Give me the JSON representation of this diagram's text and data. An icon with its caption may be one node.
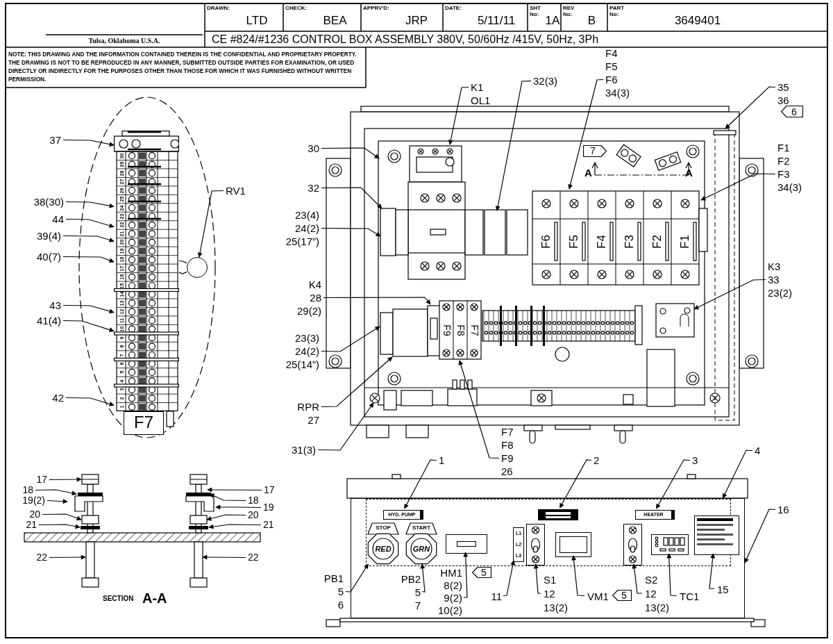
{
  "diagram": {
    "title": "CE #824/#1236 CONTROL BOX ASSEMBLY 380V, 50/60Hz /415V, 50Hz, 3Ph",
    "nodes": [
      {
        "text": [
          "37"
        ]
      },
      {
        "text": [
          "38(30)"
        ]
      },
      {
        "text": [
          "44"
        ]
      },
      {
        "text": [
          "39(4)"
        ]
      },
      {
        "text": [
          "40(7)"
        ]
      },
      {
        "text": [
          "RV1"
        ]
      },
      {
        "text": [
          "43"
        ]
      },
      {
        "text": [
          "41(4)"
        ]
      },
      {
        "text": [
          "42"
        ]
      },
      {
        "text": [
          "K1",
          "OL1"
        ]
      },
      {
        "text": [
          "32(3)"
        ]
      },
      {
        "text": [
          "F4",
          "F5",
          "F6",
          "34(3)"
        ]
      },
      {
        "text": [
          "35",
          "36"
        ]
      },
      {
        "text": [
          "30"
        ]
      },
      {
        "text": [
          "F1",
          "F2",
          "F3",
          "34(3)"
        ]
      },
      {
        "text": [
          "32"
        ]
      },
      {
        "text": [
          "23(4)",
          "24(2)",
          "25(17”)"
        ]
      },
      {
        "text": [
          "K3",
          "33",
          "23(2)"
        ]
      },
      {
        "text": [
          "K4",
          "28",
          "29(2)"
        ]
      },
      {
        "text": [
          "23(3)",
          "24(2)",
          "25(14”)"
        ]
      },
      {
        "text": [
          "RPR",
          "27"
        ]
      },
      {
        "text": [
          "31(3)"
        ]
      },
      {
        "text": [
          "F7",
          "F8",
          "F9",
          "26"
        ]
      },
      {
        "text": [
          "17"
        ]
      },
      {
        "text": [
          "18"
        ]
      },
      {
        "text": [
          "19(2)"
        ]
      },
      {
        "text": [
          "20"
        ]
      },
      {
        "text": [
          "21"
        ]
      },
      {
        "text": [
          "22"
        ]
      },
      {
        "text": [
          "17"
        ]
      },
      {
        "text": [
          "18"
        ]
      },
      {
        "text": [
          "19"
        ]
      },
      {
        "text": [
          "20"
        ]
      },
      {
        "text": [
          "21"
        ]
      },
      {
        "text": [
          "22"
        ]
      },
      {
        "text": [
          "1"
        ]
      },
      {
        "text": [
          "2"
        ]
      },
      {
        "text": [
          "3"
        ]
      },
      {
        "text": [
          "4"
        ]
      },
      {
        "text": [
          "16"
        ]
      },
      {
        "text": [
          "PB1",
          "5",
          "6"
        ]
      },
      {
        "text": [
          "PB2",
          "5",
          "7"
        ],
        "in": 65
      },
      {
        "text": [
          "HM1",
          "8(2)",
          "9(2)",
          "10(2)"
        ],
        "in": 65
      },
      {
        "text": [
          "11"
        ],
        "in": 65
      },
      {
        "text": [
          "S1",
          "12",
          "13(2)"
        ],
        "in": 65
      },
      {
        "text": [
          "VM1"
        ],
        "in": 65
      },
      {
        "text": [
          "S2",
          "12",
          "13(2)"
        ],
        "in": 65
      },
      {
        "text": [
          "TC1"
        ],
        "in": 65
      },
      {
        "text": [
          "15"
        ],
        "in": 65
      },
      {
        "text": [],
        "shape": "box",
        "in": 65
      },
      {
        "text": [
          "HYD. PUMP"
        ],
        "in": 49
      },
      {
        "text": [],
        "shape": "box",
        "in": 49
      },
      {
        "text": [
          "HEATER"
        ],
        "in": 49
      },
      {
        "text": [],
        "shape": "box",
        "in": 49
      },
      {
        "text": [
          "STOP",
          "RED"
        ],
        "in": 49
      },
      {
        "text": [
          "START",
          "GRN"
        ],
        "in": 49
      },
      {
        "text": [],
        "shape": "box",
        "in": 49
      },
      {
        "text": [
          "L1",
          "L2",
          "L3"
        ],
        "in": 49
      },
      {
        "text": [],
        "shape": "box",
        "in": 49
      },
      {
        "text": [],
        "shape": "box",
        "in": 49
      },
      {
        "text": [],
        "shape": "box",
        "in": 49
      },
      {
        "text": [],
        "shape": "box",
        "in": 49
      },
      {
        "text": [],
        "shape": "picture"
      },
      {
        "text": [],
        "shape": "circle"
      },
      {
        "text": [
          "F7"
        ]
      },
      {
        "text": [],
        "shape": "box"
      }
    ],
    "edges": [
      {
        "from": 0,
        "to": 62,
        "arrow": "to"
      },
      {
        "from": 1,
        "to": 62,
        "arrow": "to"
      },
      {
        "from": 2,
        "to": 62,
        "arrow": "to"
      },
      {
        "from": 3,
        "to": 62,
        "arrow": "to"
      },
      {
        "from": 4,
        "to": 62,
        "arrow": "to"
      },
      {
        "from": 5,
        "to": 63,
        "arrow": "to"
      },
      {
        "from": 6,
        "to": 62,
        "arrow": "to"
      },
      {
        "from": 7,
        "to": 62,
        "arrow": "to"
      },
      {
        "from": 8,
        "to": 62,
        "arrow": "to"
      },
      {
        "from": 9,
        "to": null,
        "arrow": "to"
      },
      {
        "from": 10,
        "to": null,
        "arrow": "to"
      },
      {
        "from": 11,
        "to": null,
        "arrow": "to"
      },
      {
        "from": 12,
        "to": null,
        "arrow": "to"
      },
      {
        "from": 13,
        "to": null,
        "arrow": "to"
      },
      {
        "from": 14,
        "to": null,
        "arrow": "to"
      },
      {
        "from": 15,
        "to": null,
        "arrow": "to"
      },
      {
        "from": 16,
        "to": null,
        "arrow": "to"
      },
      {
        "from": 17,
        "to": null,
        "arrow": "to"
      },
      {
        "from": 18,
        "to": null,
        "arrow": "to"
      },
      {
        "from": 19,
        "to": null,
        "arrow": "to"
      },
      {
        "from": 20,
        "to": null,
        "arrow": "to"
      },
      {
        "from": 21,
        "to": null,
        "arrow": "to"
      },
      {
        "from": 22,
        "to": null,
        "arrow": "to"
      },
      {
        "from": 23,
        "to": null,
        "arrow": "to"
      },
      {
        "from": 24,
        "to": null,
        "arrow": "to"
      },
      {
        "from": 25,
        "to": null,
        "arrow": "to"
      },
      {
        "from": 26,
        "to": null,
        "arrow": "to"
      },
      {
        "from": 27,
        "to": null,
        "arrow": "to"
      },
      {
        "from": 28,
        "to": null,
        "arrow": "to"
      },
      {
        "from": 29,
        "to": null,
        "arrow": "to"
      },
      {
        "from": 30,
        "to": null,
        "arrow": "to"
      },
      {
        "from": 31,
        "to": null,
        "arrow": "to"
      },
      {
        "from": 32,
        "to": null,
        "arrow": "to"
      },
      {
        "from": 33,
        "to": null,
        "arrow": "to"
      },
      {
        "from": 34,
        "to": null,
        "arrow": "to"
      },
      {
        "from": 35,
        "to": 50,
        "arrow": "to"
      },
      {
        "from": 36,
        "to": 51,
        "arrow": "to"
      },
      {
        "from": 37,
        "to": 52,
        "arrow": "to"
      },
      {
        "from": 38,
        "to": 49,
        "arrow": "to"
      },
      {
        "from": 39,
        "to": 65,
        "arrow": "to"
      },
      {
        "from": 40,
        "to": 54,
        "arrow": "to"
      },
      {
        "from": 41,
        "to": 55,
        "arrow": "to"
      },
      {
        "from": 42,
        "to": 56,
        "arrow": "to"
      },
      {
        "from": 43,
        "to": 57,
        "arrow": "to"
      },
      {
        "from": 44,
        "to": 58,
        "arrow": "to"
      },
      {
        "from": 45,
        "to": 59,
        "arrow": "to"
      },
      {
        "from": 46,
        "to": 60,
        "arrow": "to"
      },
      {
        "from": 47,
        "to": 61,
        "arrow": "to"
      },
      {
        "from": 48,
        "to": 53,
        "arrow": "to"
      },
      {
        "from": 62,
        "to": 63,
        "arrow": "none"
      },
      {
        "from": 62,
        "to": 63,
        "arrow": "none"
      }
    ],
    "labels": [
      "DRAWN:",
      "LTD",
      "CHECK:",
      "BEA",
      "APPRV'D:",
      "JRP",
      "DATE:",
      "5/11/11",
      "SHT No:",
      "1A",
      "REV No:",
      "B",
      "PART No:",
      "3649401",
      "Tulsa, Oklahoma U.S.A.",
      "NOTE: THIS DRAWING AND THE INFORMATION CONTAINED THEREIN IS THE CONFIDENTIAL AND PROPRIETARY PROPERTY. THE DRAWING IS NOT TO BE REPRODUCED IN ANY MANNER, SUBMITTED OUTSIDE PARTIES FOR EXAMINATION, OR USED DIRECTLY OR INDIRECTLY FOR THE PURPOSES OTHER THAN THOSE FOR WHICH IT WAS FURNISHED WITHOUT WRITTEN PERMISSION.",
      "30",
      "29",
      "28",
      "27",
      "26",
      "25",
      "24",
      "23",
      "22",
      "21",
      "20",
      "19",
      "18",
      "17",
      "16",
      "15",
      "14",
      "13",
      "12",
      "11",
      "10",
      "9",
      "8",
      "7",
      "6",
      "5",
      "4",
      "3",
      "2",
      "1",
      "7",
      "A",
      "A",
      "6",
      "F6",
      "F5",
      "F4",
      "F3",
      "F2",
      "F1",
      "F9",
      "F8",
      "F7",
      "SECTION",
      "A-A",
      "5",
      "5"
    ]
  }
}
